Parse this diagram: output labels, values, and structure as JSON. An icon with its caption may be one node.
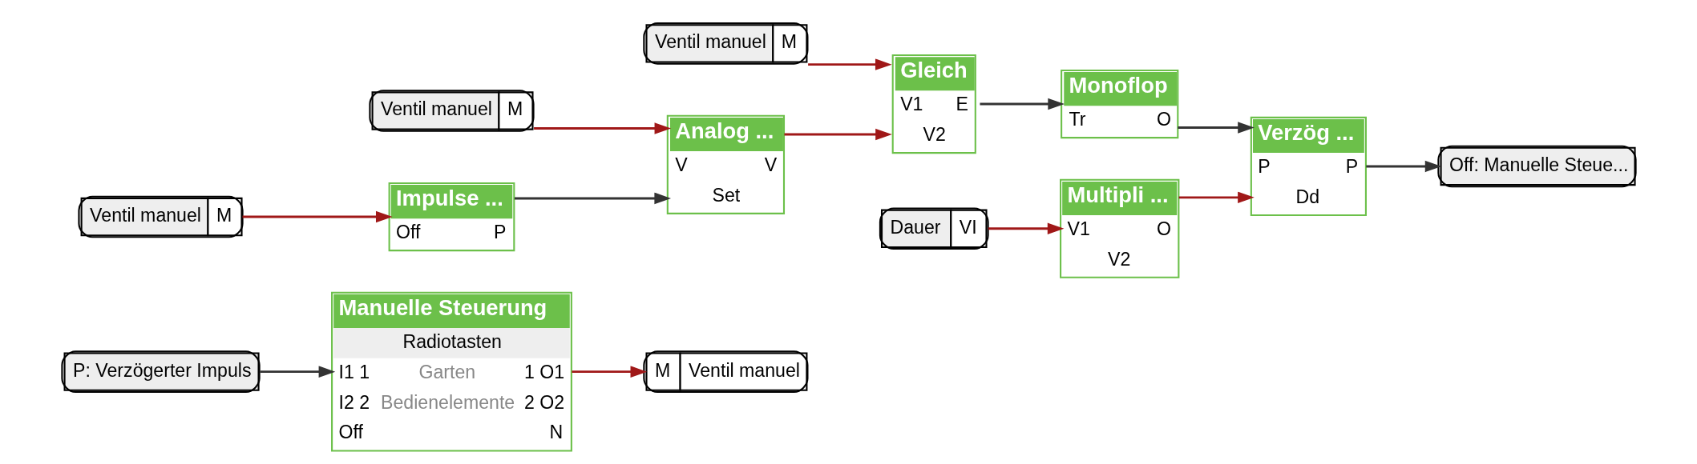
{
  "diagram": {
    "nodes": [
      {
        "text": [
          "P: Verzögerter Impuls"
        ]
      },
      {
        "text": [
          "Manuelle Steuerung",
          "Radiotasten",
          "I1 1",
          "Garten",
          "1 O1",
          "I2 2",
          "Bedienelemente",
          "2 O2",
          "Off",
          "N"
        ]
      },
      {
        "text": [
          "M",
          "Ventil manuel"
        ]
      },
      {
        "text": [
          "Ventil manuel",
          "M"
        ]
      },
      {
        "text": [
          "Ventil manuel",
          "M"
        ]
      },
      {
        "text": [
          "Analog ...",
          "V",
          "V",
          "Set"
        ]
      },
      {
        "text": [
          "Ventil manuel",
          "M"
        ]
      },
      {
        "text": [
          "Impulse ...",
          "Off",
          "P"
        ]
      },
      {
        "text": [
          "Gleich",
          "V1",
          "E",
          "V2"
        ]
      },
      {
        "text": [
          "Monoflop",
          "Tr",
          "O"
        ]
      },
      {
        "text": [
          "Verzög ...",
          "P",
          "P",
          "Dd"
        ]
      },
      {
        "text": [
          "Off: Manuelle Steue..."
        ]
      },
      {
        "text": [
          "Multipli ...",
          "V1",
          "O",
          "V2"
        ]
      },
      {
        "text": [
          "Dauer",
          "VI"
        ]
      }
    ],
    "edges": [
      {
        "from": 0,
        "to": 1,
        "arrow": "to",
        "color": "#333333"
      },
      {
        "from": 1,
        "to": 2,
        "arrow": "to"
      },
      {
        "from": 3,
        "to": 8,
        "arrow": "to"
      },
      {
        "from": 4,
        "to": 5,
        "arrow": "to"
      },
      {
        "from": 6,
        "to": 7,
        "arrow": "to"
      },
      {
        "from": 7,
        "to": 5,
        "arrow": "to",
        "color": "#333333"
      },
      {
        "from": 5,
        "to": 8,
        "arrow": "to"
      },
      {
        "from": 8,
        "to": 9,
        "arrow": "to",
        "color": "#333333"
      },
      {
        "from": 9,
        "to": 10,
        "arrow": "to",
        "color": "#333333"
      },
      {
        "from": 13,
        "to": 12,
        "arrow": "to"
      },
      {
        "from": 12,
        "to": 10,
        "arrow": "to"
      },
      {
        "from": 10,
        "to": 11,
        "arrow": "to",
        "color": "#333333"
      }
    ]
  }
}
